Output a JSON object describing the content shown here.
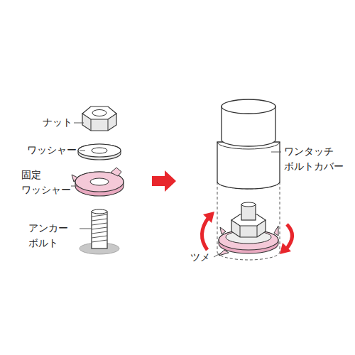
{
  "diagram": {
    "labels": [
      "ナット",
      "ワッシャー",
      "固定 ワッシャー",
      "アンカー ボルト",
      "ワンタッチ ボルトカバー",
      "ツメ"
    ]
  }
}
